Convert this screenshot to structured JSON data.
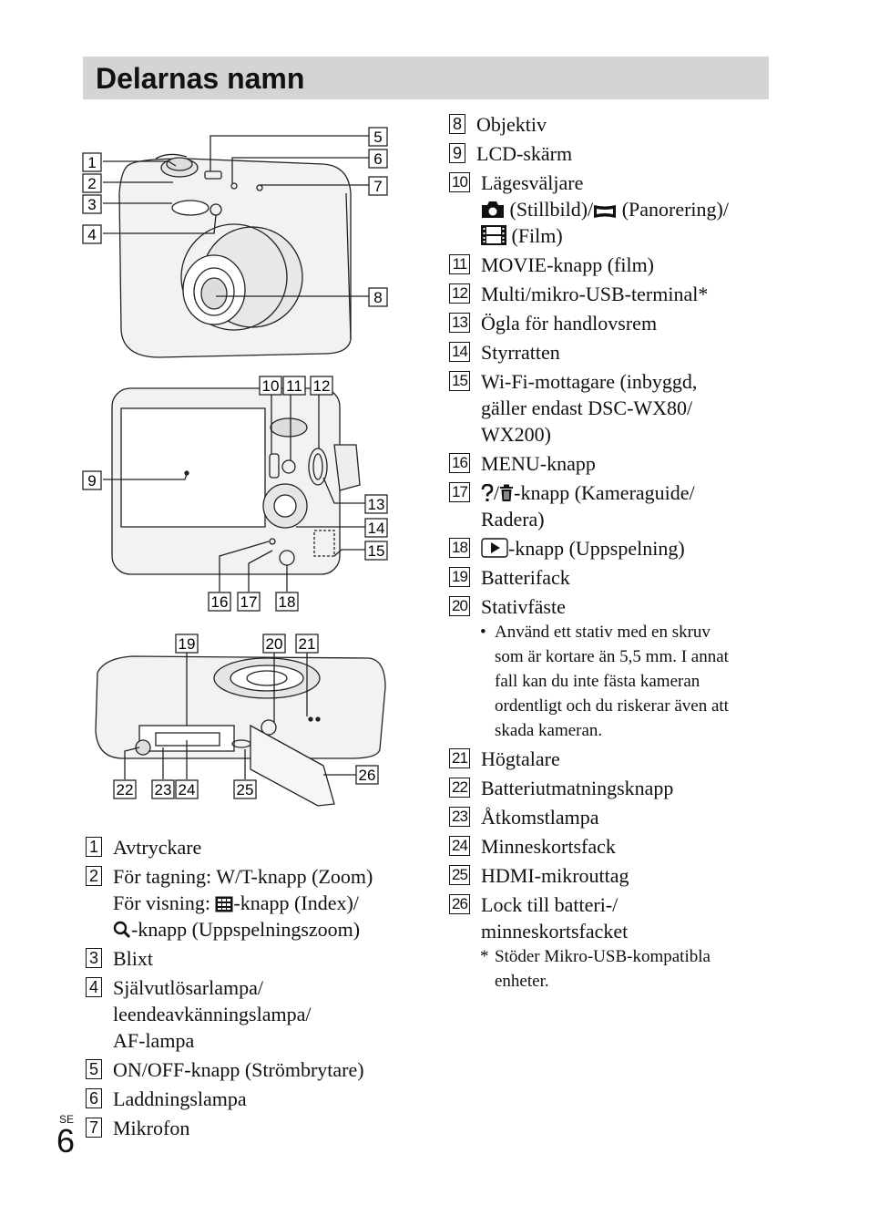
{
  "header": {
    "title": "Delarnas namn"
  },
  "page": {
    "lang": "SE",
    "number": "6"
  },
  "diagram_labels": {
    "front": [
      "1",
      "2",
      "3",
      "4",
      "5",
      "6",
      "7",
      "8"
    ],
    "back": [
      "9",
      "10",
      "11",
      "12",
      "13",
      "14",
      "15",
      "16",
      "17",
      "18"
    ],
    "bottom": [
      "19",
      "20",
      "21",
      "22",
      "23",
      "24",
      "25",
      "26"
    ]
  },
  "left_items": [
    {
      "n": "1",
      "lines": [
        "Avtryckare"
      ]
    },
    {
      "n": "2",
      "lines": [
        "För tagning: W/T-knapp (Zoom)",
        "För visning: ",
        "-knapp (Index)/",
        "-knapp (Uppspelningszoom)"
      ]
    },
    {
      "n": "3",
      "lines": [
        "Blixt"
      ]
    },
    {
      "n": "4",
      "lines": [
        "Självutlösarlampa/",
        "leendeavkänningslampa/",
        "AF-lampa"
      ]
    },
    {
      "n": "5",
      "lines": [
        "ON/OFF-knapp (Strömbrytare)"
      ]
    },
    {
      "n": "6",
      "lines": [
        "Laddningslampa"
      ]
    },
    {
      "n": "7",
      "lines": [
        "Mikrofon"
      ]
    }
  ],
  "right_items": [
    {
      "n": "8",
      "lines": [
        "Objektiv"
      ]
    },
    {
      "n": "9",
      "lines": [
        "LCD-skärm"
      ]
    },
    {
      "n": "10",
      "lines": [
        "Lägesväljare",
        " (Stillbild)/",
        " (Panorering)/",
        " (Film)"
      ]
    },
    {
      "n": "11",
      "lines": [
        "MOVIE-knapp (film)"
      ]
    },
    {
      "n": "12",
      "lines": [
        "Multi/mikro-USB-terminal*"
      ]
    },
    {
      "n": "13",
      "lines": [
        "Ögla för handlovsrem"
      ]
    },
    {
      "n": "14",
      "lines": [
        "Styrratten"
      ]
    },
    {
      "n": "15",
      "lines": [
        "Wi-Fi-mottagare (inbyggd,",
        "gäller endast DSC-WX80/",
        "WX200)"
      ]
    },
    {
      "n": "16",
      "lines": [
        "MENU-knapp"
      ]
    },
    {
      "n": "17",
      "lines": [
        "/",
        "-knapp (Kameraguide/",
        "Radera)"
      ]
    },
    {
      "n": "18",
      "lines": [
        "-knapp (Uppspelning)"
      ]
    },
    {
      "n": "19",
      "lines": [
        "Batterifack"
      ]
    },
    {
      "n": "20",
      "lines": [
        "Stativfäste"
      ]
    },
    {
      "n": "21",
      "lines": [
        "Högtalare"
      ]
    },
    {
      "n": "22",
      "lines": [
        "Batteriutmatningsknapp"
      ]
    },
    {
      "n": "23",
      "lines": [
        "Åtkomstlampa"
      ]
    },
    {
      "n": "24",
      "lines": [
        "Minneskortsfack"
      ]
    },
    {
      "n": "25",
      "lines": [
        "HDMI-mikrouttag"
      ]
    },
    {
      "n": "26",
      "lines": [
        "Lock till batteri-/",
        "minneskortsfacket"
      ]
    }
  ],
  "notes": {
    "tripod_bullet": "•",
    "tripod": [
      "Använd ett stativ med en skruv",
      "som är kortare än 5,5 mm. I annat",
      "fall kan du inte fästa kameran",
      "ordentligt och du riskerar även att",
      "skada kameran."
    ],
    "footnote_mark": "*",
    "footnote": [
      "Stöder Mikro-USB-kompatibla",
      "enheter."
    ]
  },
  "icons": {
    "index": "index-icon",
    "zoom": "magnifier-icon",
    "still": "camera-icon",
    "pan": "panorama-icon",
    "film": "film-icon",
    "help": "question-icon",
    "trash": "trash-icon",
    "play": "play-icon"
  }
}
